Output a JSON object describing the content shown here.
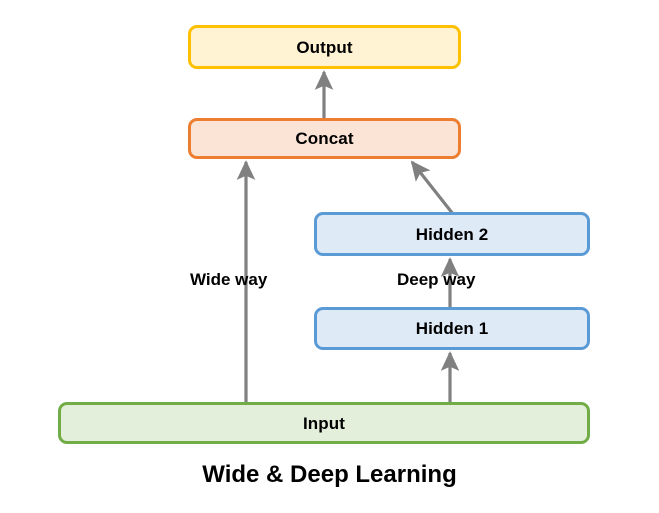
{
  "diagram": {
    "title": "Wide & Deep Learning",
    "background_color": "#FFFFFF",
    "nodes": [
      {
        "id": "output",
        "label": "Output",
        "border_color": "#FFC000",
        "fill_color": "#FFF3D4"
      },
      {
        "id": "concat",
        "label": "Concat",
        "border_color": "#ED7D31",
        "fill_color": "#FBE3D5"
      },
      {
        "id": "hidden2",
        "label": "Hidden 2",
        "border_color": "#5B9BD5",
        "fill_color": "#DEEAF6"
      },
      {
        "id": "hidden1",
        "label": "Hidden 1",
        "border_color": "#5B9BD5",
        "fill_color": "#DEEAF6"
      },
      {
        "id": "input",
        "label": "Input",
        "border_color": "#70AD47",
        "fill_color": "#E4EFDB"
      }
    ],
    "edges": [
      {
        "id": "concat-to-output",
        "from": "concat",
        "to": "output",
        "label": "",
        "color": "#808080"
      },
      {
        "id": "input-to-concat",
        "from": "input",
        "to": "concat",
        "label": "Wide way",
        "color": "#808080"
      },
      {
        "id": "hidden2-to-concat",
        "from": "hidden2",
        "to": "concat",
        "label": "",
        "color": "#808080"
      },
      {
        "id": "hidden1-to-hidden2",
        "from": "hidden1",
        "to": "hidden2",
        "label": "Deep way",
        "color": "#808080"
      },
      {
        "id": "input-to-hidden1",
        "from": "input",
        "to": "hidden1",
        "label": "",
        "color": "#808080"
      }
    ],
    "edge_labels": {
      "wide": "Wide way",
      "deep": "Deep way"
    }
  }
}
